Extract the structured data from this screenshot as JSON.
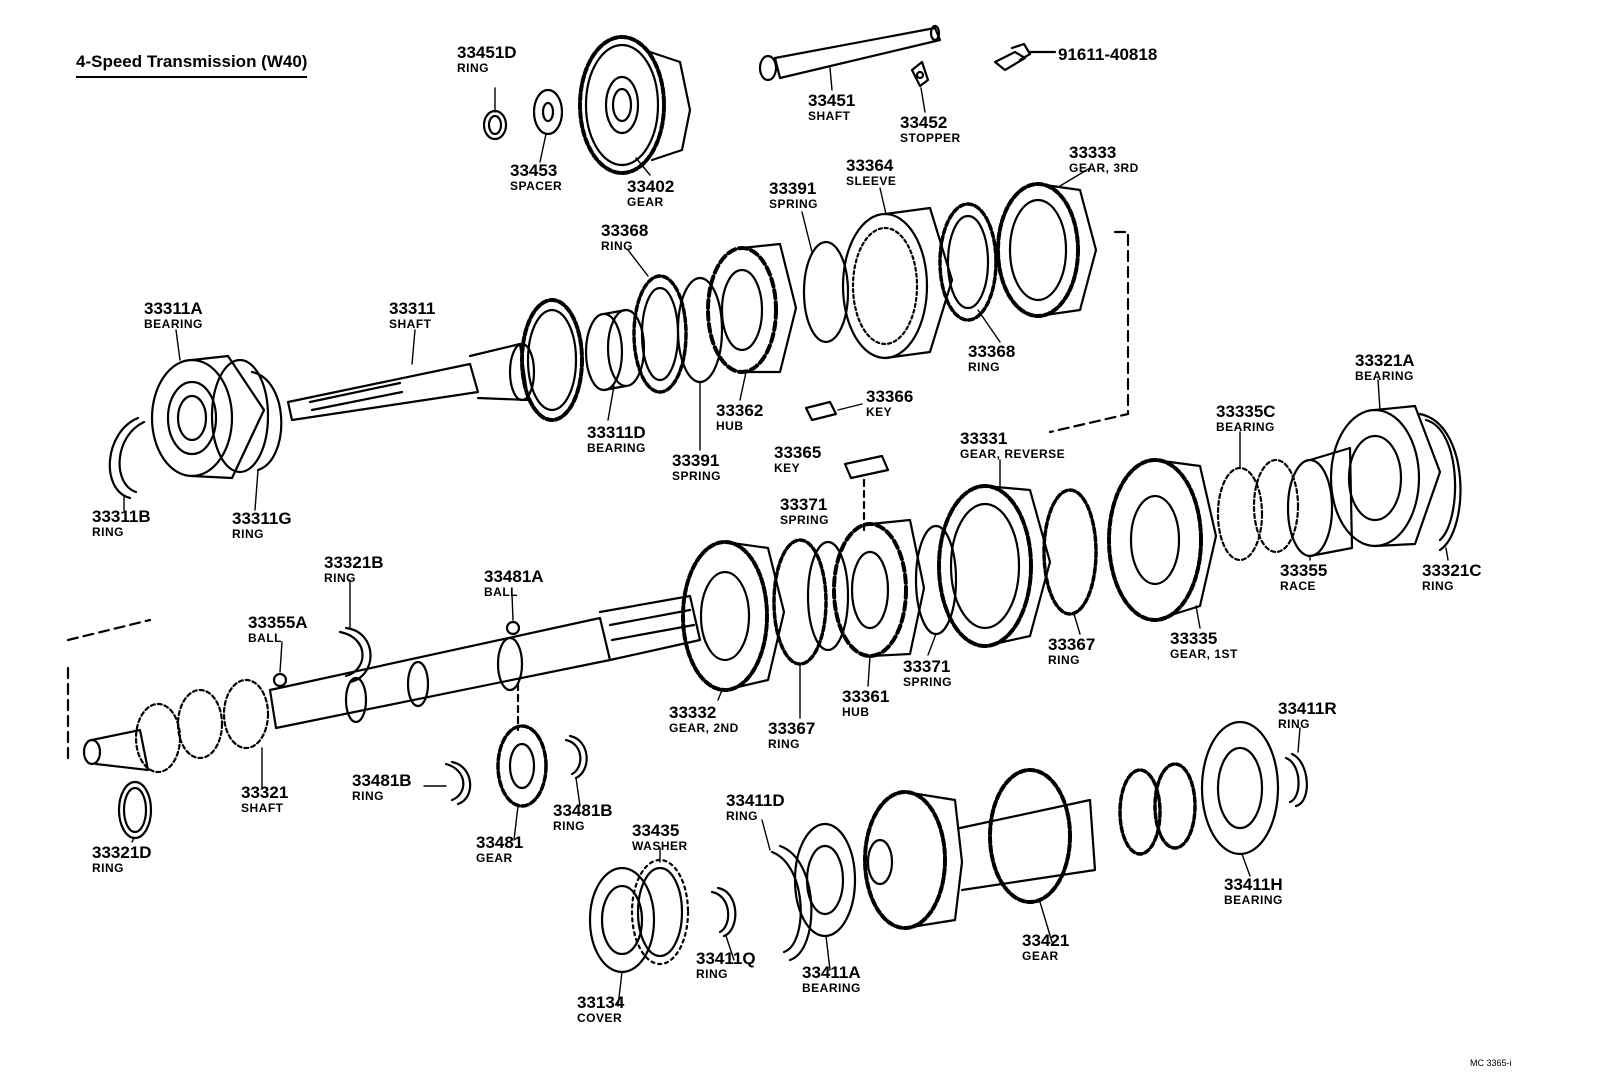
{
  "title": "4-Speed Transmission (W40)",
  "diagram_code": "MC  3365-i",
  "parts": {
    "p33451D": {
      "num": "33451D",
      "desc": "RING"
    },
    "p33453": {
      "num": "33453",
      "desc": "SPACER"
    },
    "p33402": {
      "num": "33402",
      "desc": "GEAR"
    },
    "p33451": {
      "num": "33451",
      "desc": "SHAFT"
    },
    "p33452": {
      "num": "33452",
      "desc": "STOPPER"
    },
    "p91611": {
      "num": "91611-40818",
      "desc": ""
    },
    "p33364": {
      "num": "33364",
      "desc": "SLEEVE"
    },
    "p33333": {
      "num": "33333",
      "desc": "GEAR, 3RD"
    },
    "p33391a": {
      "num": "33391",
      "desc": "SPRING"
    },
    "p33368a": {
      "num": "33368",
      "desc": "RING"
    },
    "p33311A": {
      "num": "33311A",
      "desc": "BEARING"
    },
    "p33311": {
      "num": "33311",
      "desc": "SHAFT"
    },
    "p33368b": {
      "num": "33368",
      "desc": "RING"
    },
    "p33366": {
      "num": "33366",
      "desc": "KEY"
    },
    "p33362": {
      "num": "33362",
      "desc": "HUB"
    },
    "p33311D": {
      "num": "33311D",
      "desc": "BEARING"
    },
    "p33391b": {
      "num": "33391",
      "desc": "SPRING"
    },
    "p33311B": {
      "num": "33311B",
      "desc": "RING"
    },
    "p33311G": {
      "num": "33311G",
      "desc": "RING"
    },
    "p33321A": {
      "num": "33321A",
      "desc": "BEARING"
    },
    "p33335C": {
      "num": "33335C",
      "desc": "BEARING"
    },
    "p33331": {
      "num": "33331",
      "desc": "GEAR, REVERSE"
    },
    "p33365": {
      "num": "33365",
      "desc": "KEY"
    },
    "p33371a": {
      "num": "33371",
      "desc": "SPRING"
    },
    "p33355": {
      "num": "33355",
      "desc": "RACE"
    },
    "p33321C": {
      "num": "33321C",
      "desc": "RING"
    },
    "p33321B": {
      "num": "33321B",
      "desc": "RING"
    },
    "p33481A": {
      "num": "33481A",
      "desc": "BALL"
    },
    "p33355A": {
      "num": "33355A",
      "desc": "BALL"
    },
    "p33367a": {
      "num": "33367",
      "desc": "RING"
    },
    "p33335": {
      "num": "33335",
      "desc": "GEAR, 1ST"
    },
    "p33371b": {
      "num": "33371",
      "desc": "SPRING"
    },
    "p33361": {
      "num": "33361",
      "desc": "HUB"
    },
    "p33332": {
      "num": "33332",
      "desc": "GEAR, 2ND"
    },
    "p33367b": {
      "num": "33367",
      "desc": "RING"
    },
    "p33411R": {
      "num": "33411R",
      "desc": "RING"
    },
    "p33481Ba": {
      "num": "33481B",
      "desc": "RING"
    },
    "p33321": {
      "num": "33321",
      "desc": "SHAFT"
    },
    "p33481": {
      "num": "33481",
      "desc": "GEAR"
    },
    "p33481Bb": {
      "num": "33481B",
      "desc": "RING"
    },
    "p33321D": {
      "num": "33321D",
      "desc": "RING"
    },
    "p33411D": {
      "num": "33411D",
      "desc": "RING"
    },
    "p33435": {
      "num": "33435",
      "desc": "WASHER"
    },
    "p33411H": {
      "num": "33411H",
      "desc": "BEARING"
    },
    "p33421": {
      "num": "33421",
      "desc": "GEAR"
    },
    "p33411Q": {
      "num": "33411Q",
      "desc": "RING"
    },
    "p33411A": {
      "num": "33411A",
      "desc": "BEARING"
    },
    "p33134": {
      "num": "33134",
      "desc": "COVER"
    }
  }
}
